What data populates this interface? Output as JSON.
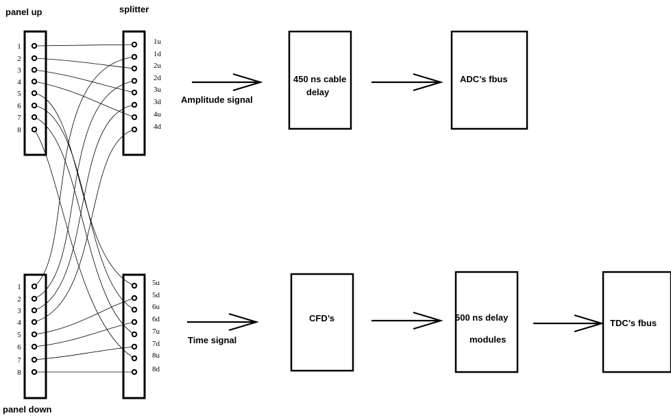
{
  "headers": {
    "panel_up": "panel up",
    "splitter": "splitter",
    "panel_down": "panel down"
  },
  "panel_up_pins": [
    "1",
    "2",
    "3",
    "4",
    "5",
    "6",
    "7",
    "8"
  ],
  "panel_down_pins": [
    "1",
    "2",
    "3",
    "4",
    "5",
    "6",
    "7",
    "8"
  ],
  "splitter_top_pins": [
    "1u",
    "1d",
    "2u",
    "2d",
    "3u",
    "3d",
    "4u",
    "4d"
  ],
  "splitter_bottom_pins": [
    "5u",
    "5d",
    "6u",
    "6d",
    "7u",
    "7d",
    "8u",
    "8d"
  ],
  "signals": {
    "amplitude": "Amplitude signal",
    "time": "Time signal"
  },
  "boxes": {
    "cable_delay_line1": "450 ns cable",
    "cable_delay_line2": "delay",
    "adc": "ADC’s fbus",
    "cfd": "CFD’s",
    "delay_modules_line1": "500 ns delay",
    "delay_modules_line2": "modules",
    "tdc": "TDC’s fbus"
  },
  "colors": {
    "ink": "#000000",
    "background": "#ffffff"
  }
}
